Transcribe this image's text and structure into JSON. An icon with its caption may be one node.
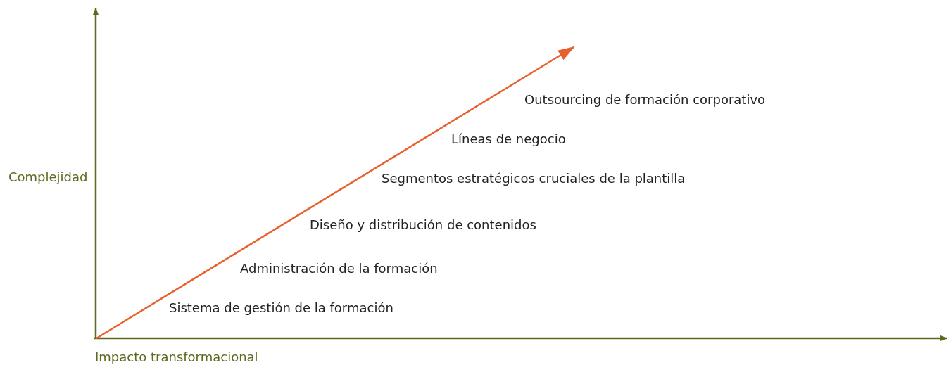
{
  "diagram": {
    "labels": [
      "Outsourcing de formación corporativo",
      "Líneas de negocio",
      "Complejidad",
      "Segmentos estratégicos cruciales de la plantilla",
      "Diseño y distribución de contenidos",
      "Administración de la formación",
      "Sistema de gestión de la formación",
      "Impacto transformacional"
    ]
  }
}
